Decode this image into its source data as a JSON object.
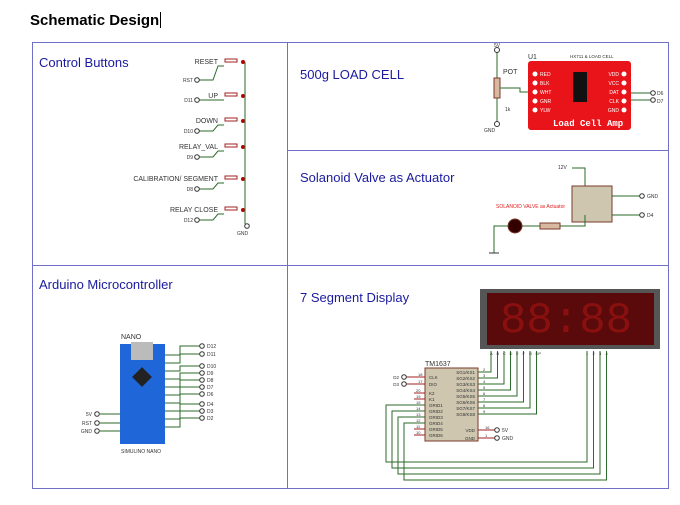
{
  "document": {
    "title": "Schematic Design"
  },
  "cells": {
    "control": {
      "title": "Control Buttons",
      "buttons": [
        {
          "label": "RESET",
          "pin": "RST"
        },
        {
          "label": "UP",
          "pin": "D11"
        },
        {
          "label": "DOWN",
          "pin": "D10"
        },
        {
          "label": "RELAY_VAL",
          "pin": "D9"
        },
        {
          "label": "CALIBRATION/ SEGMENT",
          "pin": "D8"
        },
        {
          "label": "RELAY CLOSE",
          "pin": "D12"
        }
      ],
      "gnd": "GND"
    },
    "loadcell": {
      "title": "500g LOAD CELL",
      "vcc": "5V",
      "pot": "POT",
      "pot_value": "1k",
      "gnd": "GND",
      "u1": "U1",
      "module": "HX711 & LOAD CELL",
      "left_pins": [
        "RED",
        "BLK",
        "WHT",
        "GNR",
        "YLW"
      ],
      "right_pins": [
        "VDD",
        "VCC",
        "DAT",
        "CLK",
        "GND"
      ],
      "board_text": "Load  Cell  Amp",
      "out_pins": [
        "D6",
        "D7"
      ]
    },
    "valve": {
      "title": "Solanoid Valve as Actuator",
      "supply": "12V",
      "label": "SOLANOID VALVE as Actuator",
      "pins": [
        "GND",
        "D4"
      ]
    },
    "arduino": {
      "title": "Arduino Microcontroller",
      "board": "NANO",
      "board_label": "SIMULINO NANO",
      "right_pins": [
        "D12",
        "D11",
        "D10",
        "D9",
        "D8",
        "D7",
        "D6",
        "D4",
        "D3",
        "D2"
      ],
      "left_pins": [
        "5V",
        "RST",
        "GND"
      ]
    },
    "segment": {
      "title": "7 Segment Display",
      "chip": "TM1637",
      "display": "88:88",
      "left_in": [
        {
          "pin": "D2",
          "num": "18",
          "name": "CLK"
        },
        {
          "pin": "D3",
          "num": "17",
          "name": "DIO"
        }
      ],
      "left_names": [
        "K2",
        "K1",
        "GRID1",
        "GRID2",
        "GRID3",
        "GRID4",
        "GRID5",
        "GRID6"
      ],
      "left_nums": [
        "20",
        "19",
        "15",
        "14",
        "13",
        "12",
        "11",
        "10"
      ],
      "right_names": [
        "SG1/KS1",
        "SG2/KS2",
        "SG3/KS3",
        "SG4/KS4",
        "SG5/KS5",
        "SG6/KS6",
        "SG7/KS7",
        "SG8/KS8"
      ],
      "right_nums": [
        "2",
        "3",
        "4",
        "5",
        "6",
        "7",
        "8",
        "9"
      ],
      "power": [
        {
          "num": "16",
          "name": "VDD",
          "pin": "5V"
        },
        {
          "num": "1",
          "name": "GND",
          "pin": "GND"
        }
      ],
      "seg_pins": [
        "A",
        "B",
        "C",
        "D",
        "E",
        "F",
        "G",
        "DP"
      ],
      "digit_pins": [
        "1",
        "2",
        "3",
        "4"
      ]
    }
  }
}
